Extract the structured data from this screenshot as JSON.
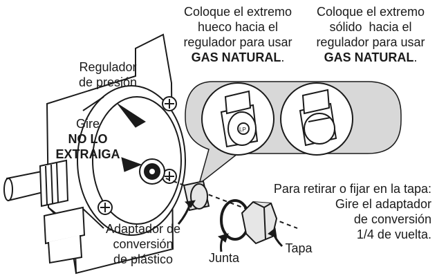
{
  "labels": {
    "hollow_note": {
      "line1": "Coloque el extremo",
      "line2": "hueco hacia el",
      "line3": "regulador para usar",
      "bold": "GAS NATURAL",
      "period": "."
    },
    "solid_note": {
      "line1": "Coloque el extremo",
      "line2": "sólido  hacia el",
      "line3": "regulador para usar",
      "bold": "GAS NATURAL",
      "period": "."
    },
    "regulator": {
      "line1": "Regulador",
      "line2": "de presión"
    },
    "turn": {
      "line1": "Gire",
      "bold1": "NO LO",
      "bold2": "EXTRAIGA"
    },
    "cap_instruction": {
      "line1": "Para retirar o fijar en la tapa:",
      "line2": "Gire el adaptador",
      "line3": "de conversión",
      "line4": "1/4 de vuelta."
    },
    "adapter": {
      "line1": "Adaptador de",
      "line2": "conversión",
      "line3": "de plástico"
    },
    "gasket": "Junta",
    "cap": "Tapa",
    "lp_mark": "LP"
  }
}
